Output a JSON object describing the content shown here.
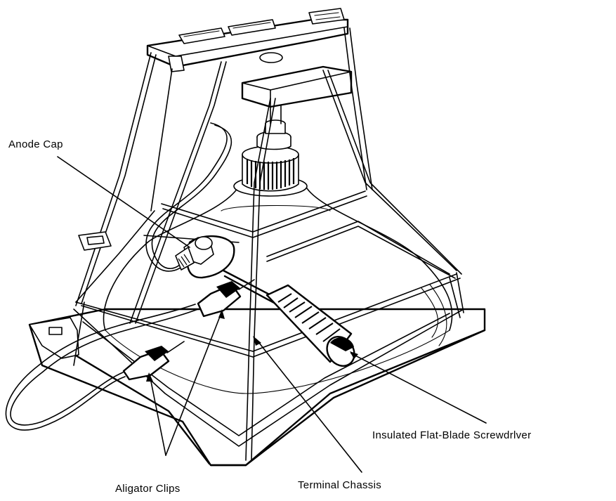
{
  "callouts": {
    "anode_cap": "Anode Cap",
    "screwdriver": "Insulated Flat-Blade Screwdrlver",
    "alligator_clips": "Aligator Clips",
    "terminal_chassis": "Terminal Chassis"
  }
}
